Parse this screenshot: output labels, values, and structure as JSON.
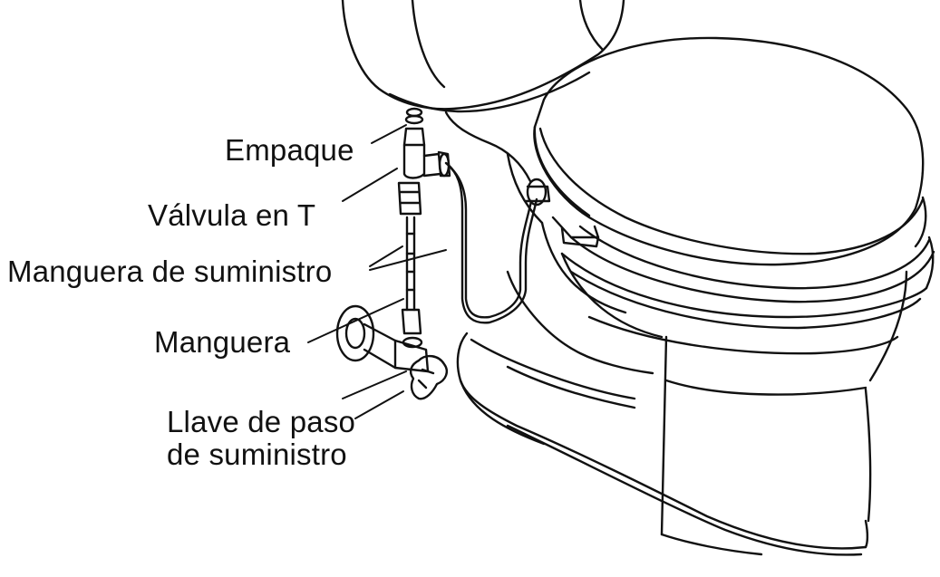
{
  "labels": {
    "gasket": "Empaque",
    "t_valve": "Válvula en T",
    "supply_hose": "Manguera de suministro",
    "hose": "Manguera",
    "shutoff_line1": "Llave de paso",
    "shutoff_line2": "de suministro"
  },
  "colors": {
    "ink": "#111111",
    "background": "#ffffff"
  }
}
